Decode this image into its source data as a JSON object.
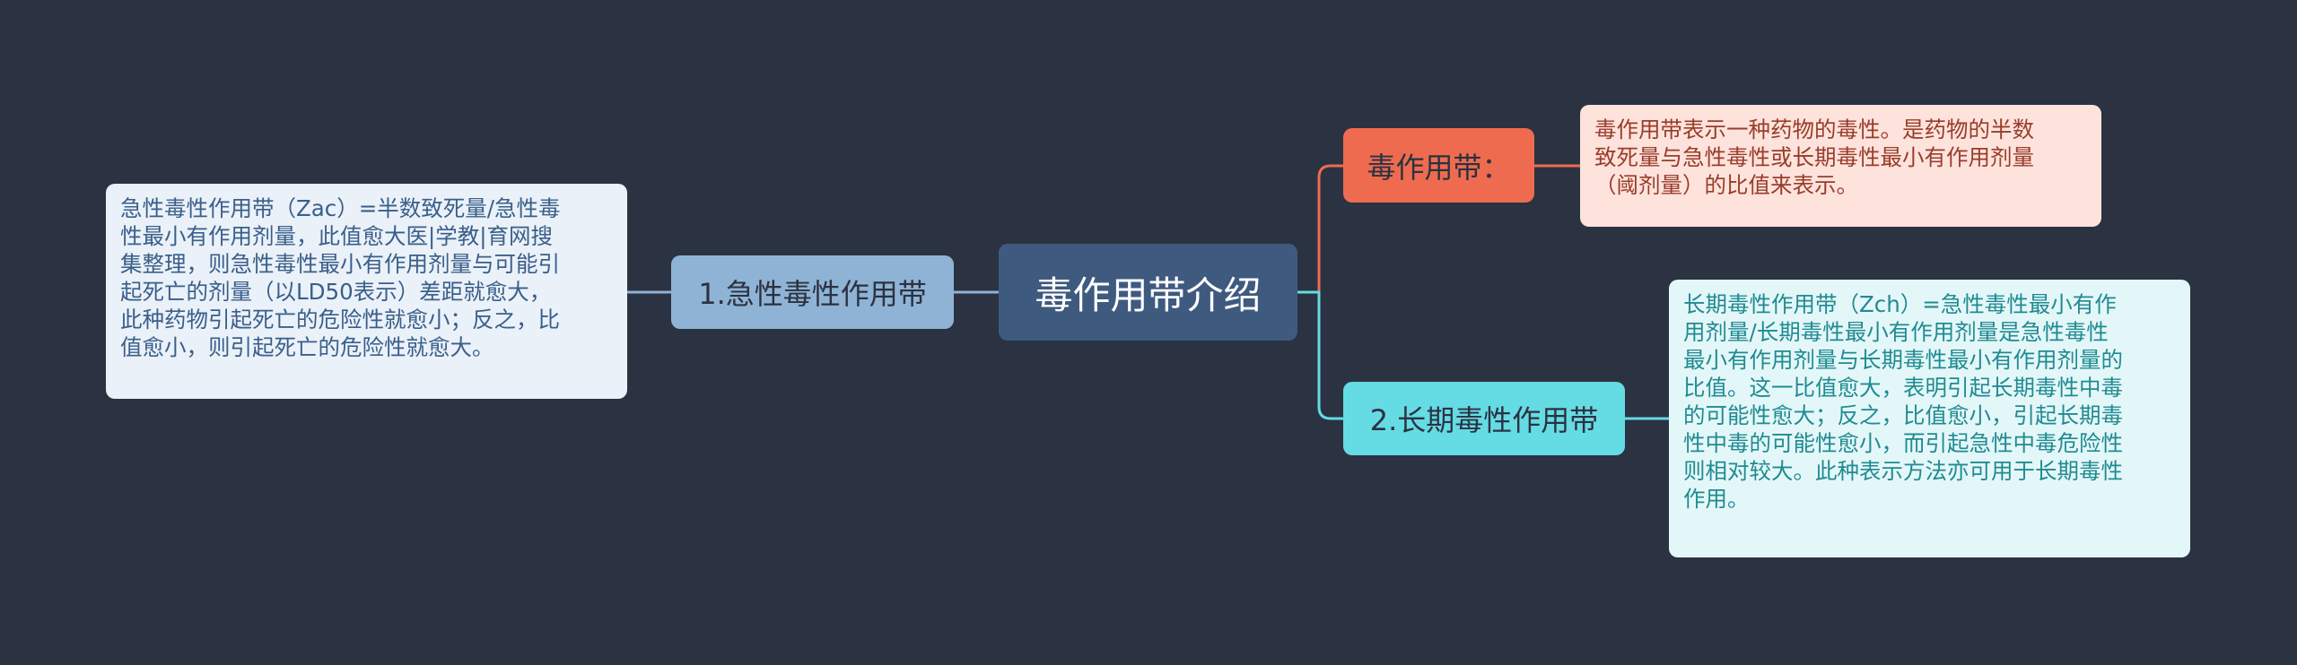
{
  "central": {
    "label": "毒作用带介绍"
  },
  "branches": {
    "acute": {
      "label": "1.急性毒性作用带",
      "note": "急性毒性作用带（Zac）=半数致死量/急性毒\n性最小有作用剂量，此值愈大医|学教|育网搜\n集整理，则急性毒性最小有作用剂量与可能引\n起死亡的剂量（以LD50表示）差距就愈大，\n此种药物引起死亡的危险性就愈小；反之，比\n值愈小，则引起死亡的危险性就愈大。"
    },
    "definition": {
      "label": "毒作用带：",
      "note": "毒作用带表示一种药物的毒性。是药物的半数\n致死量与急性毒性或长期毒性最小有作用剂量\n（阈剂量）的比值来表示。"
    },
    "chronic": {
      "label": "2.长期毒性作用带",
      "note": "长期毒性作用带（Zch）=急性毒性最小有作\n用剂量/长期毒性最小有作用剂量是急性毒性\n最小有作用剂量与长期毒性最小有作用剂量的\n比值。这一比值愈大，表明引起长期毒性中毒\n的可能性愈大；反之，比值愈小，引起长期毒\n性中毒的可能性愈小，而引起急性中毒危险性\n则相对较大。此种表示方法亦可用于长期毒性\n作用。"
    }
  },
  "colors": {
    "background": "#2b3241",
    "central": "#3f5a7f",
    "acute": "#8fb3d4",
    "definition": "#ef6b4f",
    "chronic": "#65dbe3"
  }
}
